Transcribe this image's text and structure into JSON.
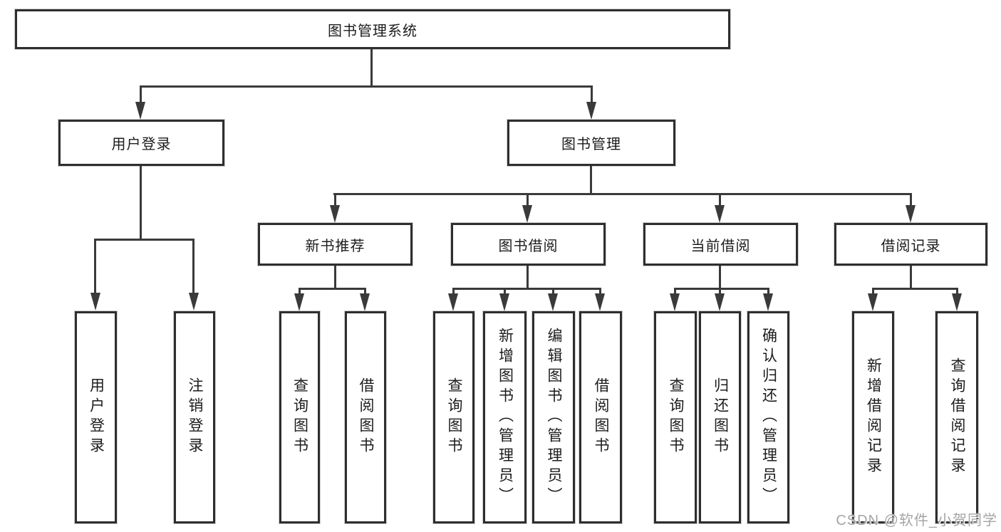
{
  "diagram": {
    "root": "图书管理系统",
    "user_branch": {
      "label": "用户登录",
      "children": [
        "用户登录",
        "注销登录"
      ]
    },
    "book_branch": {
      "label": "图书管理",
      "groups": [
        {
          "label": "新书推荐",
          "children": [
            "查询图书",
            "借阅图书"
          ]
        },
        {
          "label": "图书借阅",
          "children": [
            "查询图书",
            "新增图书（管理员）",
            "编辑图书（管理员）",
            "借阅图书"
          ]
        },
        {
          "label": "当前借阅",
          "children": [
            "查询图书",
            "归还图书",
            "确认归还（管理员）"
          ]
        },
        {
          "label": "借阅记录",
          "children": [
            "新增借阅记录",
            "查询借阅记录"
          ]
        }
      ]
    }
  },
  "watermark": "CSDN @软件_小贺同学",
  "colors": {
    "line": "#3a3a3a",
    "box_border": "#2e2e2e",
    "text": "#1c1c1c",
    "watermark": "#a5a5a5",
    "background": "#ffffff"
  }
}
